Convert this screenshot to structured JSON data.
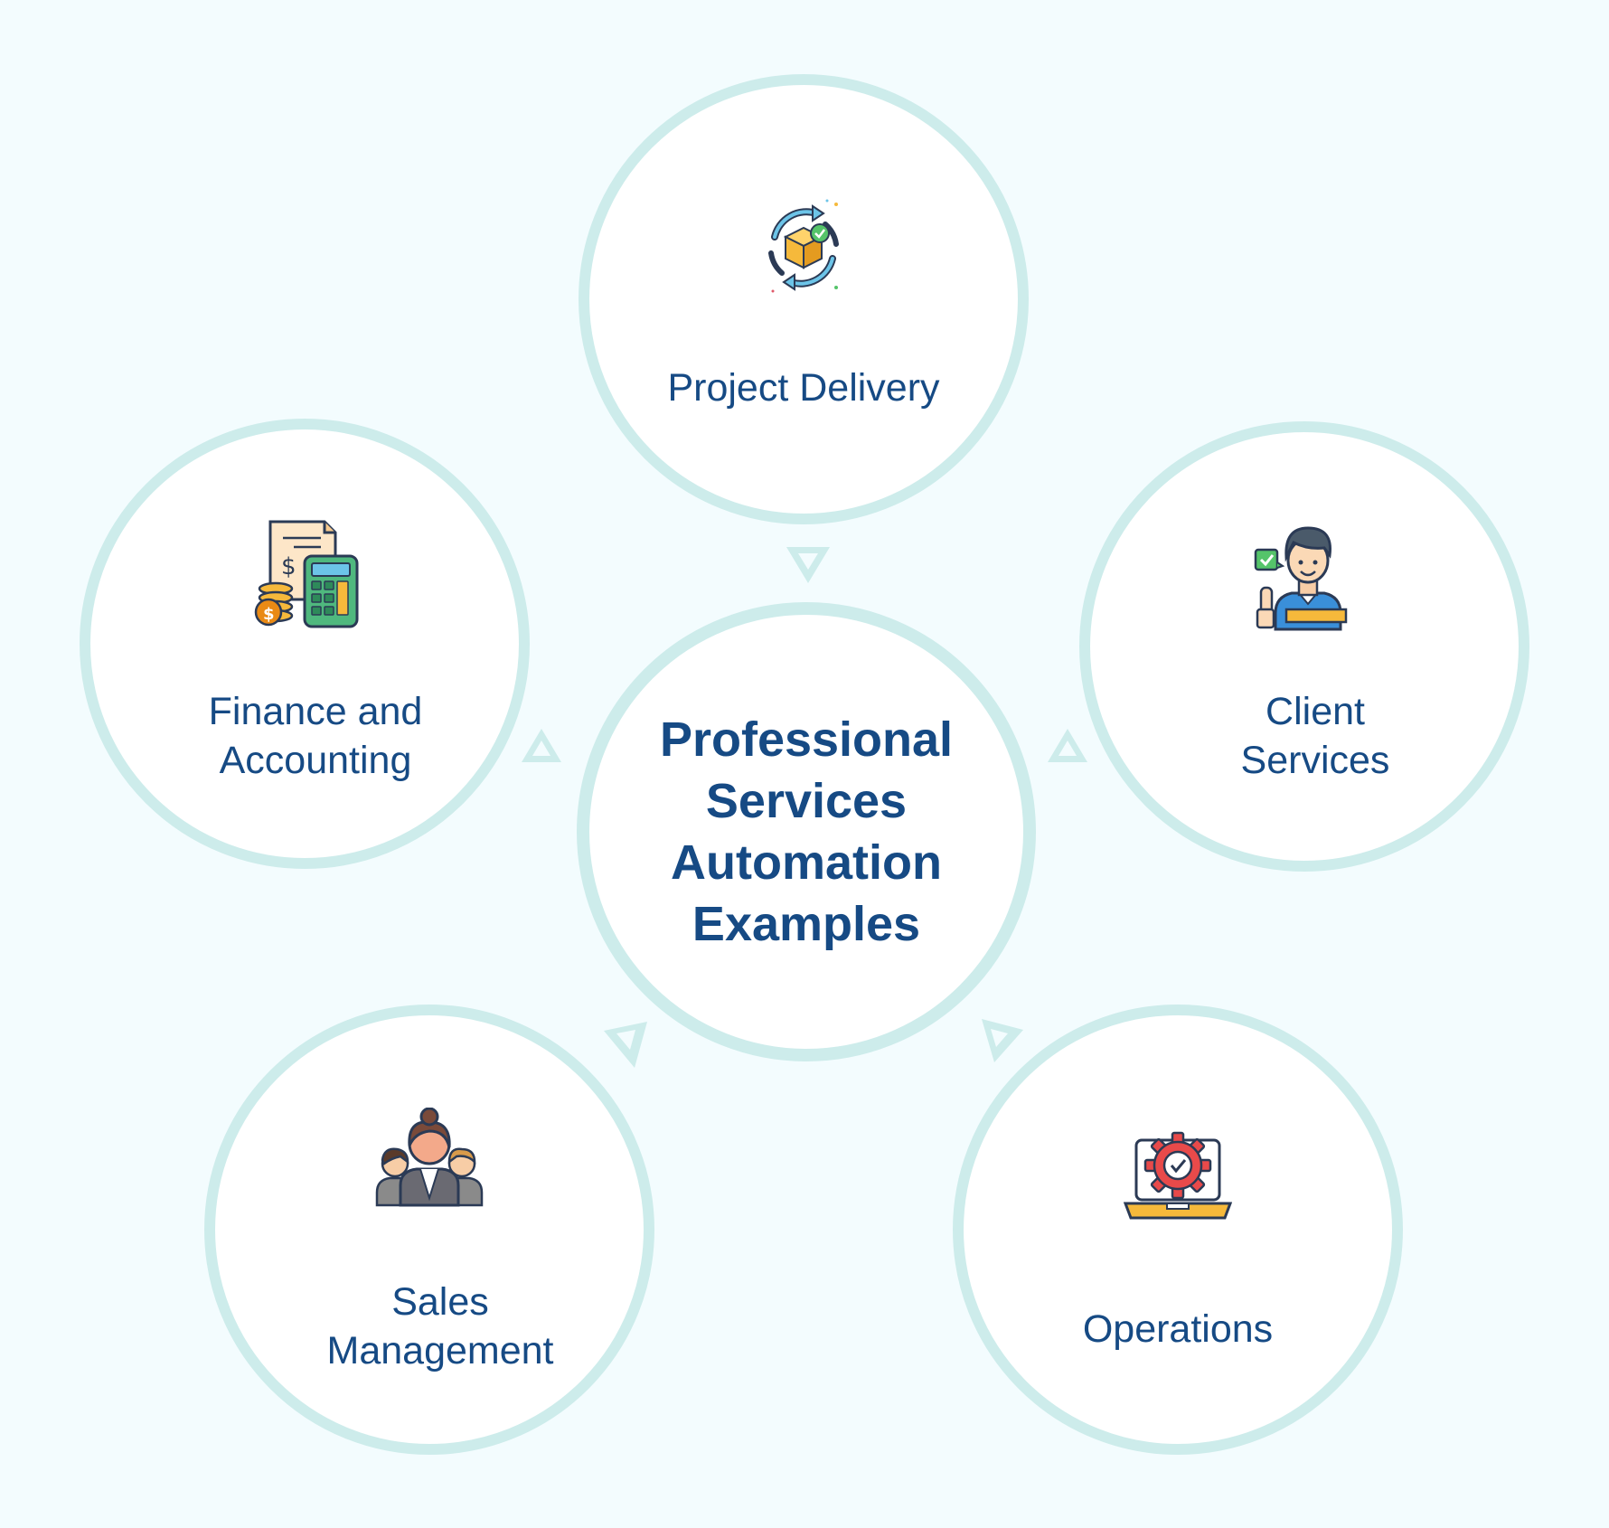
{
  "center": {
    "title": "Professional Services Automation Examples"
  },
  "nodes": {
    "project_delivery": {
      "label": "Project Delivery",
      "icon": "package-cycle-icon"
    },
    "finance": {
      "label": "Finance and Accounting",
      "icon": "calculator-invoice-icon"
    },
    "client_services": {
      "label": "Client Services",
      "icon": "support-person-icon"
    },
    "sales": {
      "label": "Sales Management",
      "icon": "team-people-icon"
    },
    "operations": {
      "label": "Operations",
      "icon": "laptop-gear-icon"
    }
  },
  "colors": {
    "background": "#f3fcfe",
    "ring": "#cdeceb",
    "text": "#164a84",
    "arrow": "#cdeceb"
  }
}
